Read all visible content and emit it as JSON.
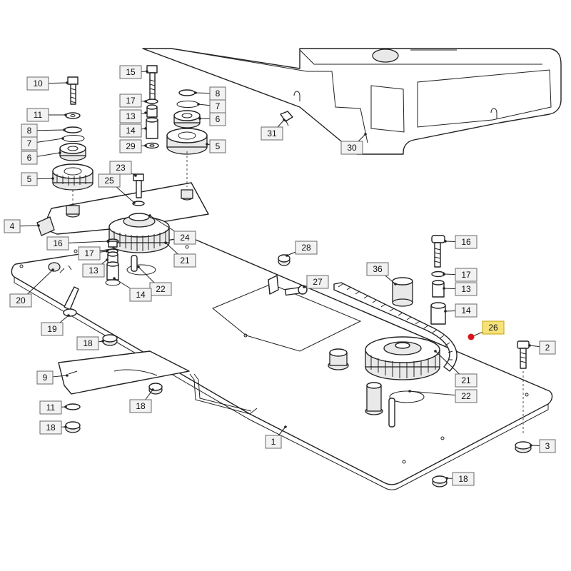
{
  "diagram": {
    "highlight_color": "#f5e27a",
    "highlight_dot_color": "#d9141c",
    "callouts": [
      {
        "id": "c10",
        "label": "10"
      },
      {
        "id": "c11a",
        "label": "11"
      },
      {
        "id": "c8a",
        "label": "8"
      },
      {
        "id": "c7a",
        "label": "7"
      },
      {
        "id": "c6a",
        "label": "6"
      },
      {
        "id": "c5a",
        "label": "5"
      },
      {
        "id": "c4",
        "label": "4"
      },
      {
        "id": "c15",
        "label": "15"
      },
      {
        "id": "c17a",
        "label": "17"
      },
      {
        "id": "c13a",
        "label": "13"
      },
      {
        "id": "c14a",
        "label": "14"
      },
      {
        "id": "c29",
        "label": "29"
      },
      {
        "id": "c8b",
        "label": "8"
      },
      {
        "id": "c7b",
        "label": "7"
      },
      {
        "id": "c6b",
        "label": "6"
      },
      {
        "id": "c5b",
        "label": "5"
      },
      {
        "id": "c23",
        "label": "23"
      },
      {
        "id": "c25",
        "label": "25"
      },
      {
        "id": "c24",
        "label": "24"
      },
      {
        "id": "c16a",
        "label": "16"
      },
      {
        "id": "c17b",
        "label": "17"
      },
      {
        "id": "c13b",
        "label": "13"
      },
      {
        "id": "c21a",
        "label": "21"
      },
      {
        "id": "c22a",
        "label": "22"
      },
      {
        "id": "c14b",
        "label": "14"
      },
      {
        "id": "c20",
        "label": "20"
      },
      {
        "id": "c19",
        "label": "19"
      },
      {
        "id": "c18a",
        "label": "18"
      },
      {
        "id": "c9",
        "label": "9"
      },
      {
        "id": "c18b",
        "label": "18"
      },
      {
        "id": "c11b",
        "label": "11"
      },
      {
        "id": "c18c",
        "label": "18"
      },
      {
        "id": "c1",
        "label": "1"
      },
      {
        "id": "c31",
        "label": "31"
      },
      {
        "id": "c30",
        "label": "30"
      },
      {
        "id": "c28",
        "label": "28"
      },
      {
        "id": "c27",
        "label": "27"
      },
      {
        "id": "c36",
        "label": "36"
      },
      {
        "id": "c16b",
        "label": "16"
      },
      {
        "id": "c17c",
        "label": "17"
      },
      {
        "id": "c13c",
        "label": "13"
      },
      {
        "id": "c14c",
        "label": "14"
      },
      {
        "id": "c26",
        "label": "26",
        "highlighted": true
      },
      {
        "id": "c2",
        "label": "2"
      },
      {
        "id": "c21b",
        "label": "21"
      },
      {
        "id": "c22b",
        "label": "22"
      },
      {
        "id": "c3",
        "label": "3"
      },
      {
        "id": "c18d",
        "label": "18"
      }
    ]
  }
}
